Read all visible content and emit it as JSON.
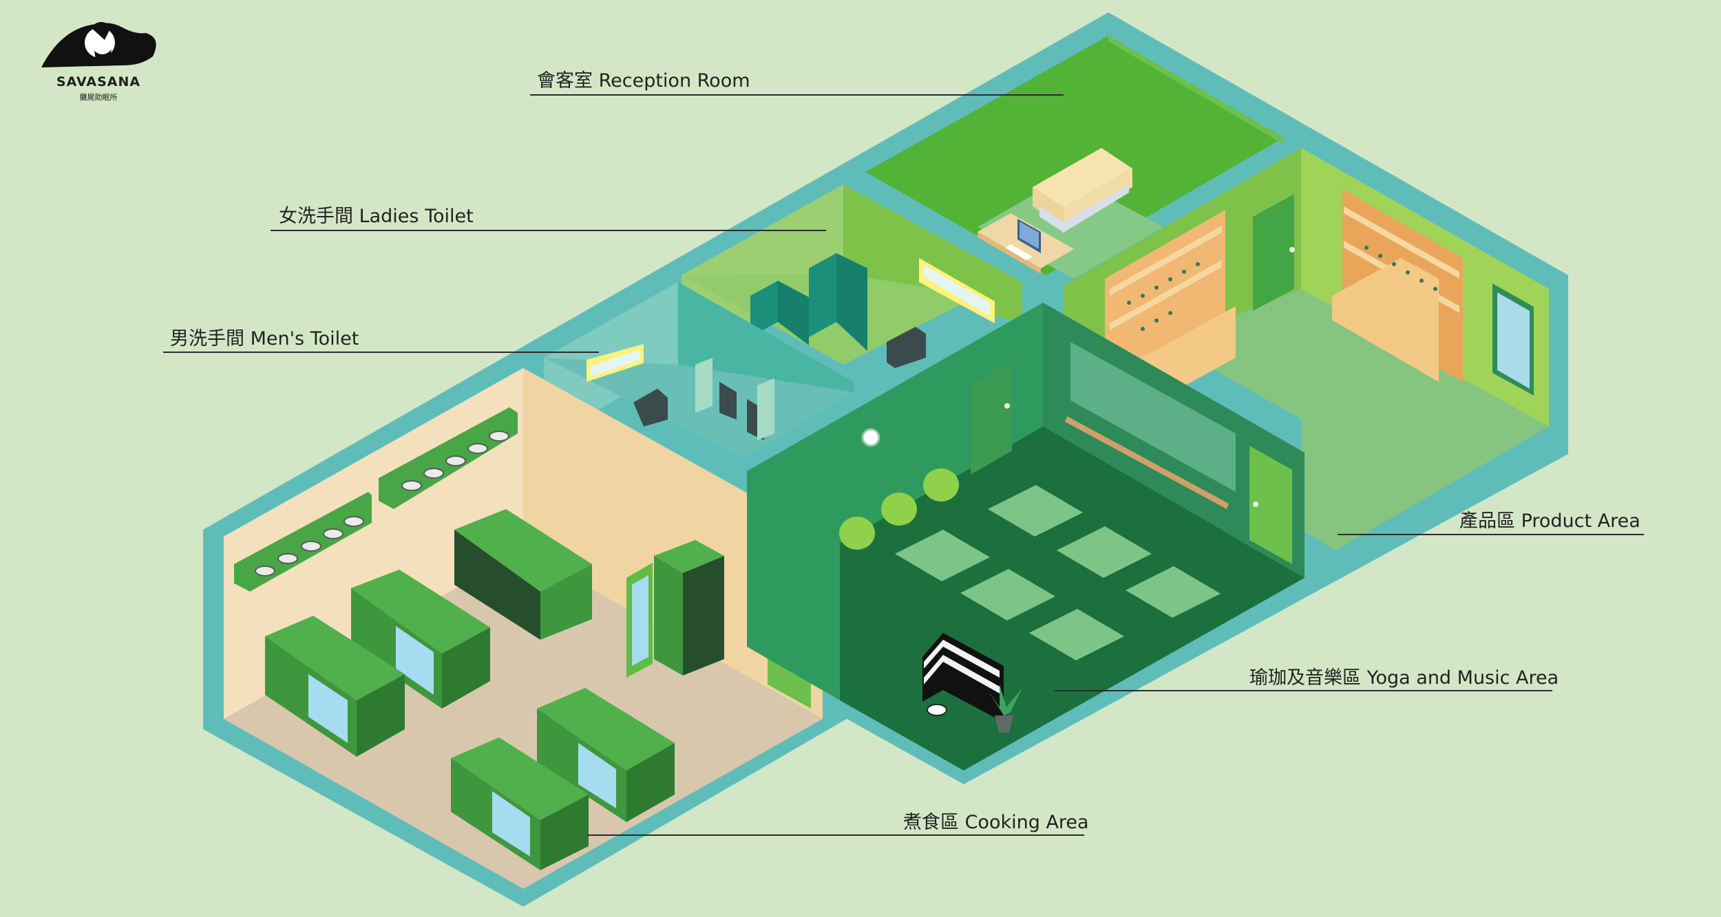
{
  "brand": {
    "name": "SAVASANA",
    "subtitle": "攤屍助眠所",
    "logo_icon": "panda-icon"
  },
  "areas": {
    "reception": "會客室 Reception Room",
    "ladies_toilet": "女洗手間 Ladies Toilet",
    "mens_toilet": "男洗手間 Men's Toilet",
    "product": "產品區 Product Area",
    "yoga_music": "瑜珈及音樂區 Yoga and Music Area",
    "cooking": "煮食區 Cooking Area"
  },
  "colors": {
    "background": "#d3e7c6",
    "wall_outline": "#5fbdb9",
    "kitchen_floor": "#d7c7ad",
    "kitchen_wall": "#f2d7a6",
    "yoga_floor": "#1c7740",
    "yoga_mat": "#7dc487",
    "reception_wall": "#55b337",
    "product_floor": "#8ac984",
    "counter_green": "#48a646"
  }
}
